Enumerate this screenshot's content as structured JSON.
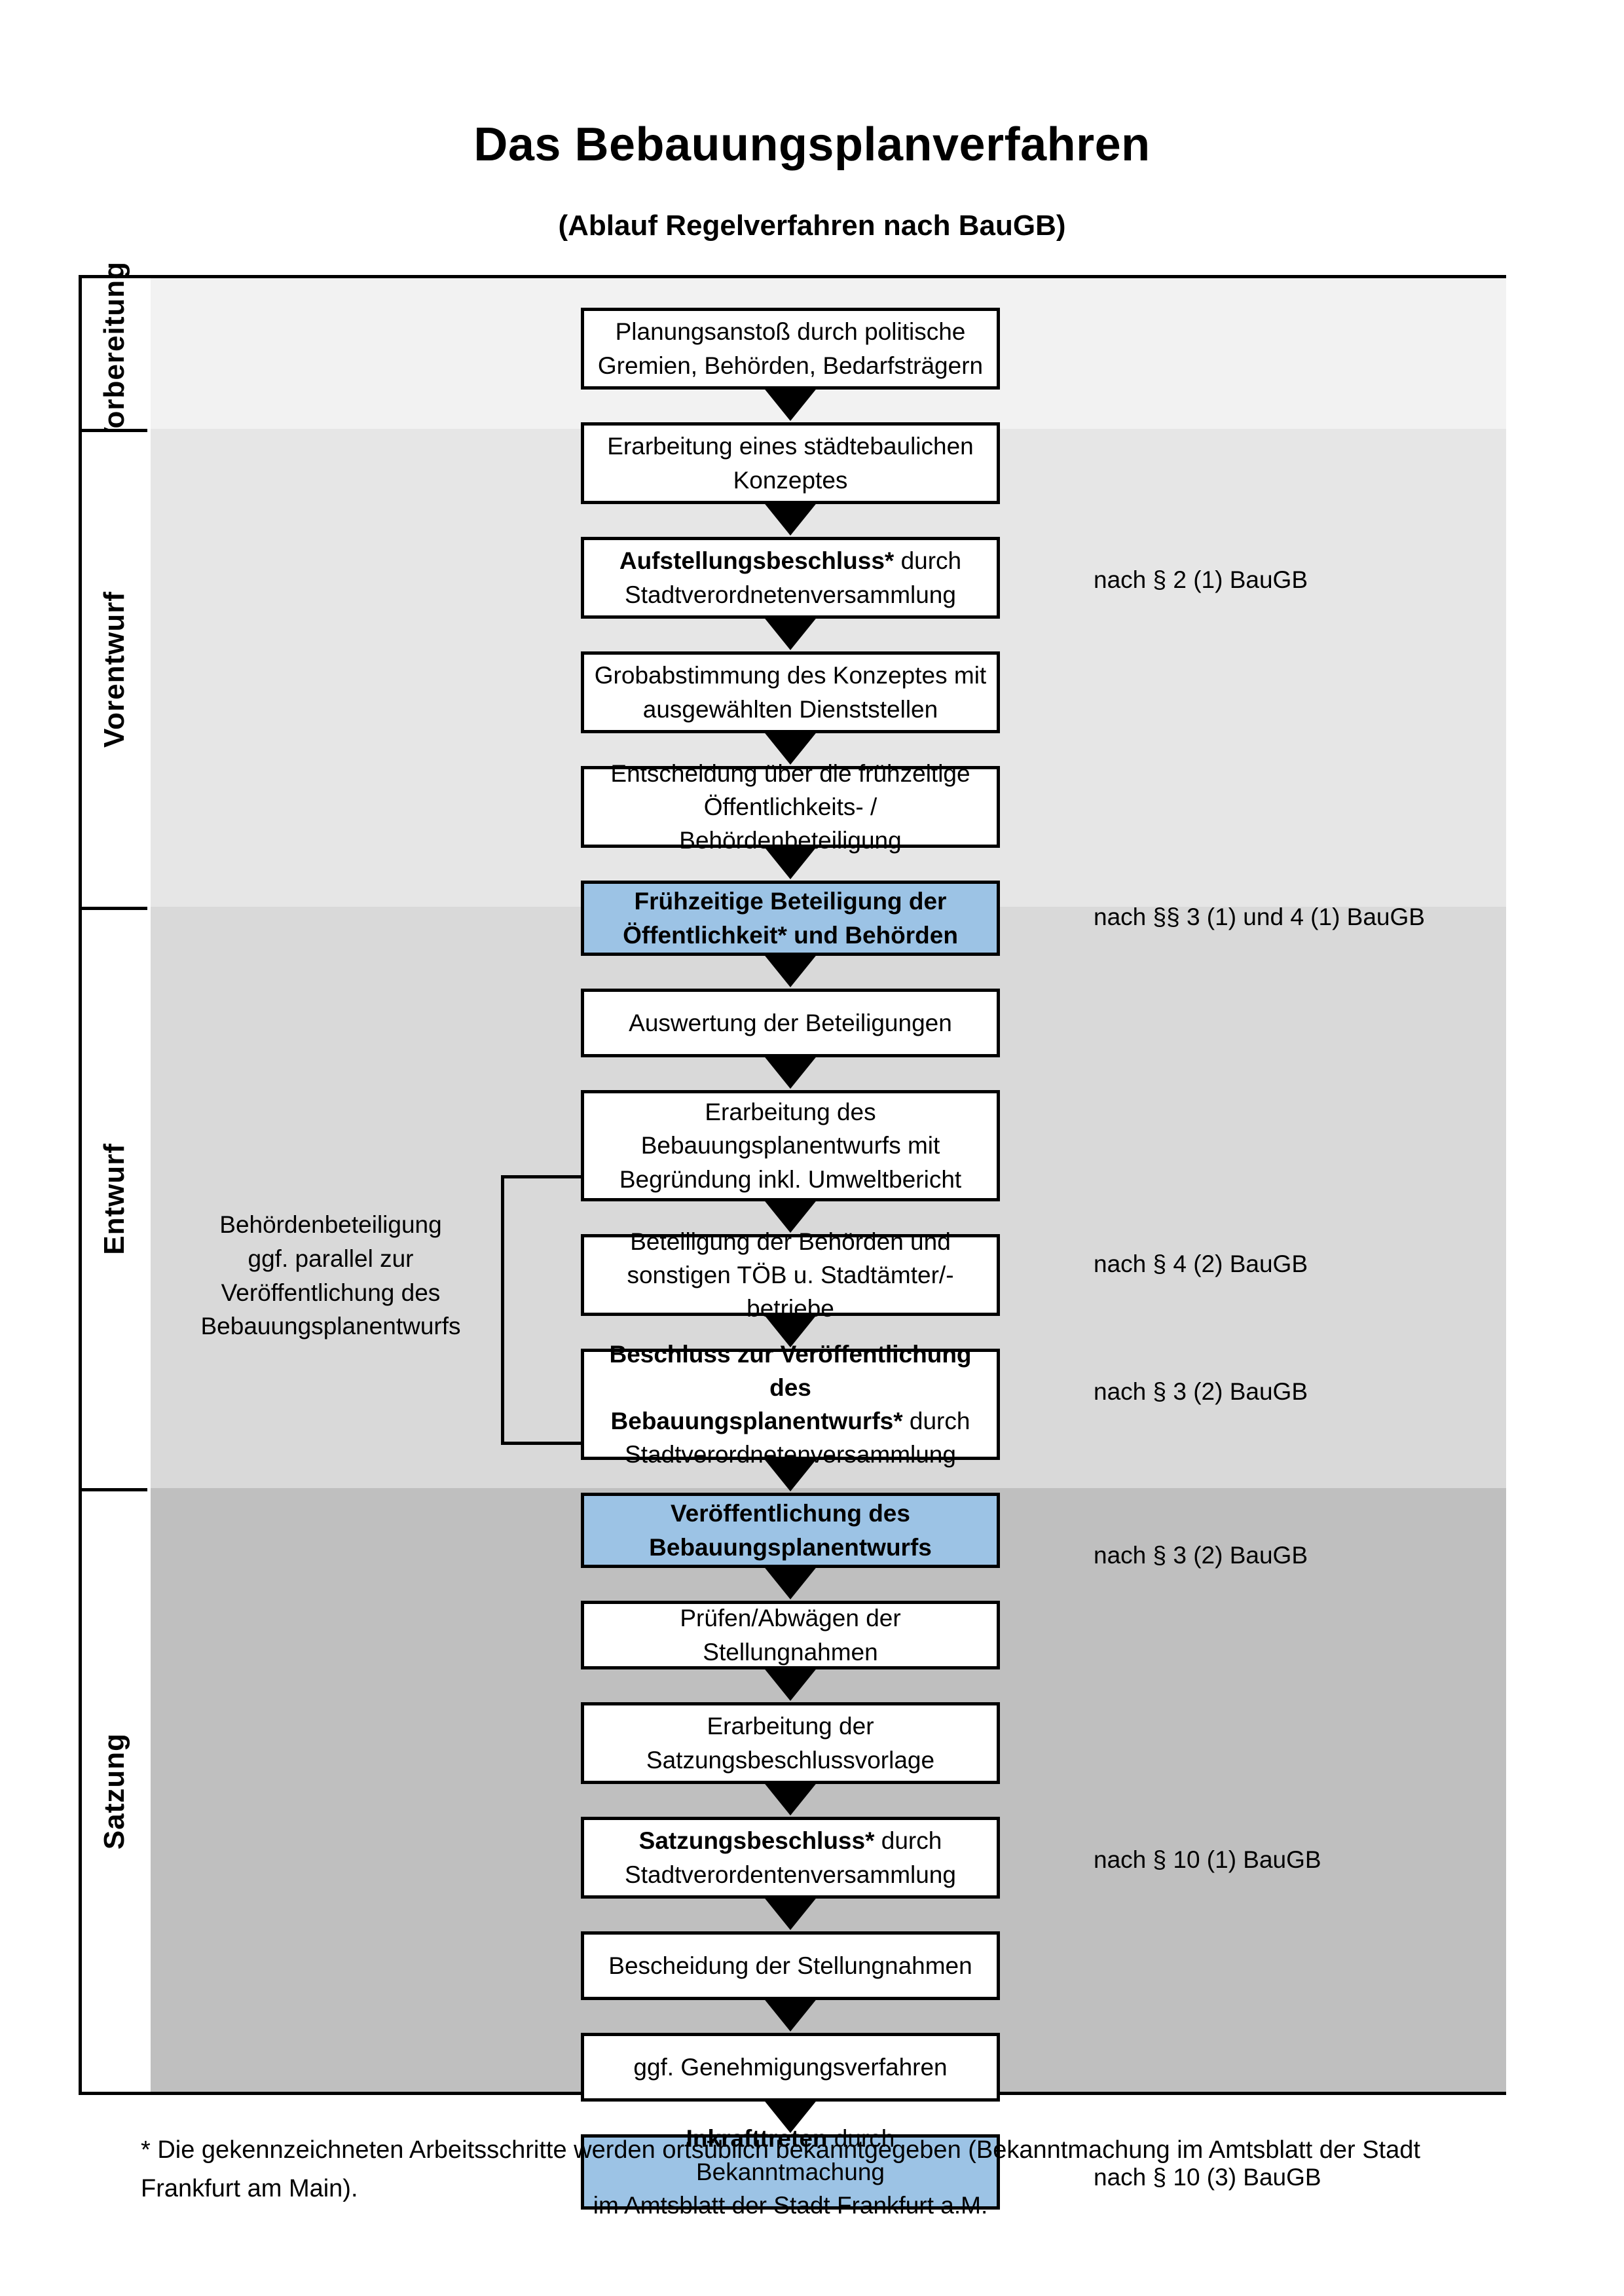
{
  "header": {
    "title": "Das Bebauungsplanverfahren",
    "subtitle": "(Ablauf Regelverfahren nach BauGB)"
  },
  "colors": {
    "highlight_blue": "#9CC3E5",
    "band_vorbereitung": "#F2F2F2",
    "band_vorentwurf": "#E6E6E6",
    "band_entwurf": "#D9D9D9",
    "band_satzung": "#BFBFBF",
    "border": "#000000"
  },
  "phases": [
    {
      "id": "vorbereitung",
      "label": "Vorbereitung"
    },
    {
      "id": "vorentwurf",
      "label": "Vorentwurf"
    },
    {
      "id": "entwurf",
      "label": "Entwurf"
    },
    {
      "id": "satzung",
      "label": "Satzung"
    }
  ],
  "steps": [
    {
      "id": "planungsanstoss",
      "phase": "vorbereitung",
      "highlight": false,
      "lines": [
        {
          "text": "Planungsanstoß durch politische",
          "bold": false
        },
        {
          "text": "Gremien, Behörden, Bedarfsträgern",
          "bold": false
        }
      ]
    },
    {
      "id": "staedtebauliches-konzept",
      "phase": "vorbereitung",
      "highlight": false,
      "lines": [
        {
          "text": "Erarbeitung eines städtebaulichen",
          "bold": false
        },
        {
          "text": "Konzeptes",
          "bold": false
        }
      ]
    },
    {
      "id": "aufstellungsbeschluss",
      "phase": "vorbereitung",
      "highlight": false,
      "lines": [
        {
          "text": "Aufstellungsbeschluss*",
          "bold": true,
          "suffix": " durch"
        },
        {
          "text": "Stadtverordnetenversammlung",
          "bold": false
        }
      ]
    },
    {
      "id": "grobabstimmung",
      "phase": "vorentwurf",
      "highlight": false,
      "lines": [
        {
          "text": "Grobabstimmung des Konzeptes mit",
          "bold": false
        },
        {
          "text": "ausgewählten Dienststellen",
          "bold": false
        }
      ]
    },
    {
      "id": "entscheidung-fruehzeitige",
      "phase": "vorentwurf",
      "highlight": false,
      "lines": [
        {
          "text": "Entscheidung über die frühzeitige",
          "bold": false
        },
        {
          "text": "Öffentlichkeits- / Behördenbeteiligung",
          "bold": false
        }
      ]
    },
    {
      "id": "fruehzeitige-beteiligung",
      "phase": "vorentwurf",
      "highlight": true,
      "lines": [
        {
          "text": "Frühzeitige Beteiligung der",
          "bold": true
        },
        {
          "text": "Öffentlichkeit* und Behörden",
          "bold": true
        }
      ]
    },
    {
      "id": "auswertung-beteiligungen",
      "phase": "entwurf",
      "highlight": false,
      "lines": [
        {
          "text": "Auswertung der Beteiligungen",
          "bold": false
        }
      ]
    },
    {
      "id": "erarbeitung-bplanentwurf",
      "phase": "entwurf",
      "highlight": false,
      "lines": [
        {
          "text": "Erarbeitung des",
          "bold": false
        },
        {
          "text": "Bebauungsplanentwurfs mit",
          "bold": false
        },
        {
          "text": "Begründung inkl. Umweltbericht",
          "bold": false
        }
      ]
    },
    {
      "id": "beteiligung-behoerden-toeb",
      "phase": "entwurf",
      "highlight": false,
      "lines": [
        {
          "text": "Beteiligung der Behörden und",
          "bold": false
        },
        {
          "text": "sonstigen TÖB u. Stadtämter/-betriebe",
          "bold": false
        }
      ]
    },
    {
      "id": "beschluss-veroeffentlichung",
      "phase": "entwurf",
      "highlight": false,
      "lines": [
        {
          "text": "Beschluss zur Veröffentlichung des",
          "bold": true
        },
        {
          "text": "Bebauungsplanentwurfs*",
          "bold": true,
          "suffix": " durch"
        },
        {
          "text": "Stadtverordnetenversammlung",
          "bold": false
        }
      ]
    },
    {
      "id": "veroeffentlichung-bplanentwurf",
      "phase": "entwurf",
      "highlight": true,
      "lines": [
        {
          "text": "Veröffentlichung des",
          "bold": true
        },
        {
          "text": "Bebauungsplanentwurfs",
          "bold": true
        }
      ]
    },
    {
      "id": "pruefen-abwaegen",
      "phase": "satzung",
      "highlight": false,
      "lines": [
        {
          "text": "Prüfen/Abwägen der Stellungnahmen",
          "bold": false
        }
      ]
    },
    {
      "id": "erarbeitung-satzungsbeschlussvorlage",
      "phase": "satzung",
      "highlight": false,
      "lines": [
        {
          "text": "Erarbeitung der",
          "bold": false
        },
        {
          "text": "Satzungsbeschlussvorlage",
          "bold": false
        }
      ]
    },
    {
      "id": "satzungsbeschluss",
      "phase": "satzung",
      "highlight": false,
      "lines": [
        {
          "text": "Satzungsbeschluss*",
          "bold": true,
          "suffix": " durch"
        },
        {
          "text": "Stadtverordentenversammlung",
          "bold": false
        }
      ]
    },
    {
      "id": "bescheidung-stellungnahmen",
      "phase": "satzung",
      "highlight": false,
      "lines": [
        {
          "text": "Bescheidung der Stellungnahmen",
          "bold": false
        }
      ]
    },
    {
      "id": "genehmigungsverfahren",
      "phase": "satzung",
      "highlight": false,
      "lines": [
        {
          "text": "ggf. Genehmigungsverfahren",
          "bold": false
        }
      ]
    },
    {
      "id": "inkrafttreten",
      "phase": "satzung",
      "highlight": true,
      "lines": [
        {
          "text": "Inkrafttreten",
          "bold": true,
          "suffix": " durch Bekanntmachung"
        },
        {
          "text": "im Amtsblatt der Stadt Frankfurt a.M.",
          "bold": false
        }
      ]
    }
  ],
  "step_text": {
    "planungsanstoss_l1": "Planungsanstoß durch politische",
    "planungsanstoss_l2": "Gremien, Behörden, Bedarfsträgern",
    "konzept_l1": "Erarbeitung eines städtebaulichen",
    "konzept_l2": "Konzeptes",
    "aufstellung_l1_b": "Aufstellungsbeschluss*",
    "aufstellung_l1_r": " durch",
    "aufstellung_l2": "Stadtverordnetenversammlung",
    "grob_l1": "Grobabstimmung des Konzeptes mit",
    "grob_l2": "ausgewählten Dienststellen",
    "entscheidung_l1": "Entscheidung über die frühzeitige",
    "entscheidung_l2": "Öffentlichkeits- / Behördenbeteiligung",
    "fruehzeitig_l1": "Frühzeitige Beteiligung der",
    "fruehzeitig_l2": "Öffentlichkeit* und Behörden",
    "auswertung_l1": "Auswertung der Beteiligungen",
    "erarbeitung_l1": "Erarbeitung des",
    "erarbeitung_l2": "Bebauungsplanentwurfs mit",
    "erarbeitung_l3": "Begründung inkl. Umweltbericht",
    "toeb_l1": "Beteiligung der Behörden und",
    "toeb_l2": "sonstigen TÖB u. Stadtämter/-betriebe",
    "beschluss_l1": "Beschluss zur Veröffentlichung des",
    "beschluss_l2_b": "Bebauungsplanentwurfs*",
    "beschluss_l2_r": " durch",
    "beschluss_l3": "Stadtverordnetenversammlung",
    "veroeff_l1": "Veröffentlichung des",
    "veroeff_l2": "Bebauungsplanentwurfs",
    "pruefen_l1": "Prüfen/Abwägen der Stellungnahmen",
    "satzvorlage_l1": "Erarbeitung der",
    "satzvorlage_l2": "Satzungsbeschlussvorlage",
    "satzbeschluss_l1_b": "Satzungsbeschluss*",
    "satzbeschluss_l1_r": " durch",
    "satzbeschluss_l2": "Stadtverordentenversammlung",
    "bescheidung_l1": "Bescheidung der Stellungnahmen",
    "genehmigung_l1": "ggf. Genehmigungsverfahren",
    "inkraft_l1_b": "Inkrafttreten",
    "inkraft_l1_r": " durch Bekanntmachung",
    "inkraft_l2": "im Amtsblatt der Stadt Frankfurt a.M."
  },
  "annotations": [
    {
      "id": "annot-par-2-1",
      "text": "nach § 2 (1) BauGB"
    },
    {
      "id": "annot-par-3-1-4-1",
      "text": "nach §§ 3 (1) und 4 (1) BauGB"
    },
    {
      "id": "annot-par-4-2",
      "text": "nach § 4 (2) BauGB"
    },
    {
      "id": "annot-par-3-2-a",
      "text": "nach § 3 (2) BauGB"
    },
    {
      "id": "annot-par-3-2-b",
      "text": "nach § 3 (2) BauGB"
    },
    {
      "id": "annot-par-10-1",
      "text": "nach § 10 (1) BauGB"
    },
    {
      "id": "annot-par-10-3",
      "text": "nach § 10 (3) BauGB"
    }
  ],
  "side_note": {
    "l1": "Behördenbeteiligung",
    "l2": "ggf. parallel zur",
    "l3": "Veröffentlichung des",
    "l4": "Bebauungsplanentwurfs"
  },
  "footnote": {
    "text": "* Die gekennzeichneten Arbeitsschritte werden ortsüblich bekanntgegeben (Bekanntmachung im Amtsblatt  der Stadt Frankfurt am Main)."
  }
}
